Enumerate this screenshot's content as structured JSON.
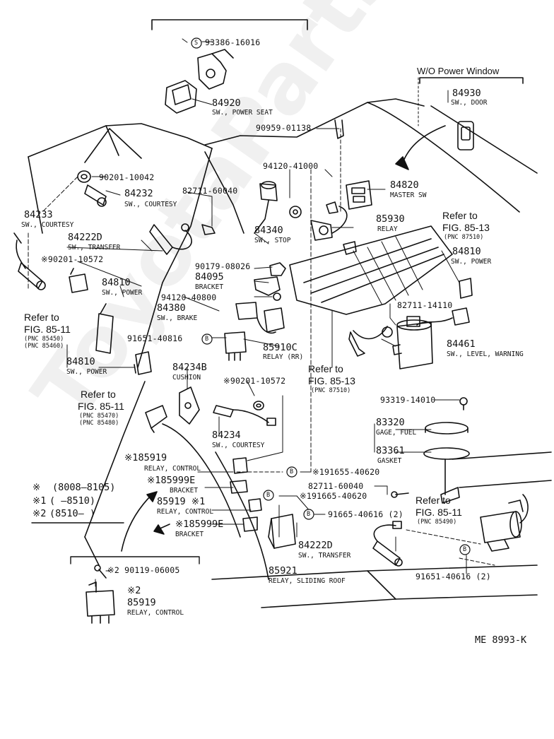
{
  "header": {
    "wo_power_window": "W/O Power Window"
  },
  "watermark": "ToyotaPartsIndia.ru",
  "footer": {
    "code": "ME 8993-K"
  },
  "legend": [
    {
      "mark": "※",
      "text": "(8008–8105)"
    },
    {
      "mark": "※1",
      "text": "(   –8510)"
    },
    {
      "mark": "※2",
      "text": "(8510–    )"
    }
  ],
  "circle_marks": {
    "s": "S",
    "b": "B"
  },
  "parts": {
    "p93386": {
      "num": "93386-16016"
    },
    "p84920": {
      "num": "84920",
      "desc": "SW., POWER SEAT"
    },
    "p84930": {
      "num": "84930",
      "desc": "SW., DOOR"
    },
    "p90959": {
      "num": "90959-01138"
    },
    "p90201a": {
      "num": "90201-10042"
    },
    "p94120a": {
      "num": "94120-41000"
    },
    "p84232": {
      "num": "84232",
      "desc": "SW., COURTESY"
    },
    "p82711a": {
      "num": "82711-60040"
    },
    "p84820": {
      "num": "84820",
      "desc": "MASTER SW"
    },
    "p84233": {
      "num": "84233",
      "desc": "SW., COURTESY"
    },
    "p84222a": {
      "num": "84222D",
      "desc": "SW., TRANSFER"
    },
    "p85930": {
      "num": "85930",
      "desc": "RELAY"
    },
    "p84340": {
      "num": "84340",
      "desc": "SW., STOP"
    },
    "p90201b": {
      "num": "※90201-10572"
    },
    "p90179": {
      "num": "90179-08026"
    },
    "p84095": {
      "num": "84095",
      "desc": "BRACKET"
    },
    "p84810a": {
      "num": "84810",
      "desc": "SW., POWER"
    },
    "p84810b": {
      "num": "84810",
      "desc": "SW., POWER"
    },
    "p94120b": {
      "num": "94120-40800"
    },
    "p84380": {
      "num": "84380",
      "desc": "SW., BRAKE"
    },
    "p82711b": {
      "num": "82711-14110"
    },
    "p91651a": {
      "num": "91651-40816"
    },
    "p85910": {
      "num": "85910C",
      "desc": "RELAY (RR)"
    },
    "p84461": {
      "num": "84461",
      "desc": "SW., LEVEL, WARNING"
    },
    "p84810c": {
      "num": "84810",
      "desc": "SW., POWER"
    },
    "p84234b": {
      "num": "84234B",
      "desc": "CUSHION"
    },
    "p90201c": {
      "num": "※90201-10572"
    },
    "p93319": {
      "num": "93319-14010"
    },
    "p83320": {
      "num": "83320",
      "desc": "GAGE, FUEL"
    },
    "p83361": {
      "num": "83361",
      "desc": "GASKET"
    },
    "p84234": {
      "num": "84234",
      "desc": "SW., COURTESY"
    },
    "p85919a": {
      "num": "※185919",
      "desc": "RELAY, CONTROL"
    },
    "p191655": {
      "num": "※191655-40620"
    },
    "p85999a": {
      "num": "※185999E",
      "desc": "BRACKET"
    },
    "p82711c": {
      "num": "82711-60040"
    },
    "p91665a": {
      "num": "※191665-40620"
    },
    "p85919b": {
      "num": "85919 ※1",
      "desc": "RELAY, CONTROL"
    },
    "p85999b": {
      "num": "※185999E",
      "desc": "BRACKET"
    },
    "p91665b": {
      "num": "91665-40616 (2)"
    },
    "p84222b": {
      "num": "84222D",
      "desc": "SW., TRANSFER"
    },
    "p85921": {
      "num": "85921",
      "desc": "RELAY, SLIDING ROOF"
    },
    "p91651b": {
      "num": "91651-40616 (2)"
    },
    "p90119": {
      "num": "※2 90119-06005"
    },
    "p85919c": {
      "num": "※2",
      "num2": "85919",
      "desc": "RELAY, CONTROL"
    }
  },
  "refs": {
    "r1": {
      "line1": "Refer to",
      "line2": "FIG. 85-13",
      "pnc": [
        "(PNC 87510)"
      ]
    },
    "r2": {
      "line1": "Refer to",
      "line2": "FIG. 85-11",
      "pnc": [
        "(PNC 85450)",
        "(PNC 85460)"
      ]
    },
    "r3": {
      "line1": "Refer to",
      "line2": "FIG. 85-13",
      "pnc": [
        "(PNC 87510)"
      ]
    },
    "r4": {
      "line1": "Refer to",
      "line2": "FIG. 85-11",
      "pnc": [
        "(PNC 85470)",
        "(PNC 85480)"
      ]
    },
    "r5": {
      "line1": "Refer to",
      "line2": "FIG. 85-11",
      "pnc": [
        "(PNC 85490)"
      ]
    }
  }
}
